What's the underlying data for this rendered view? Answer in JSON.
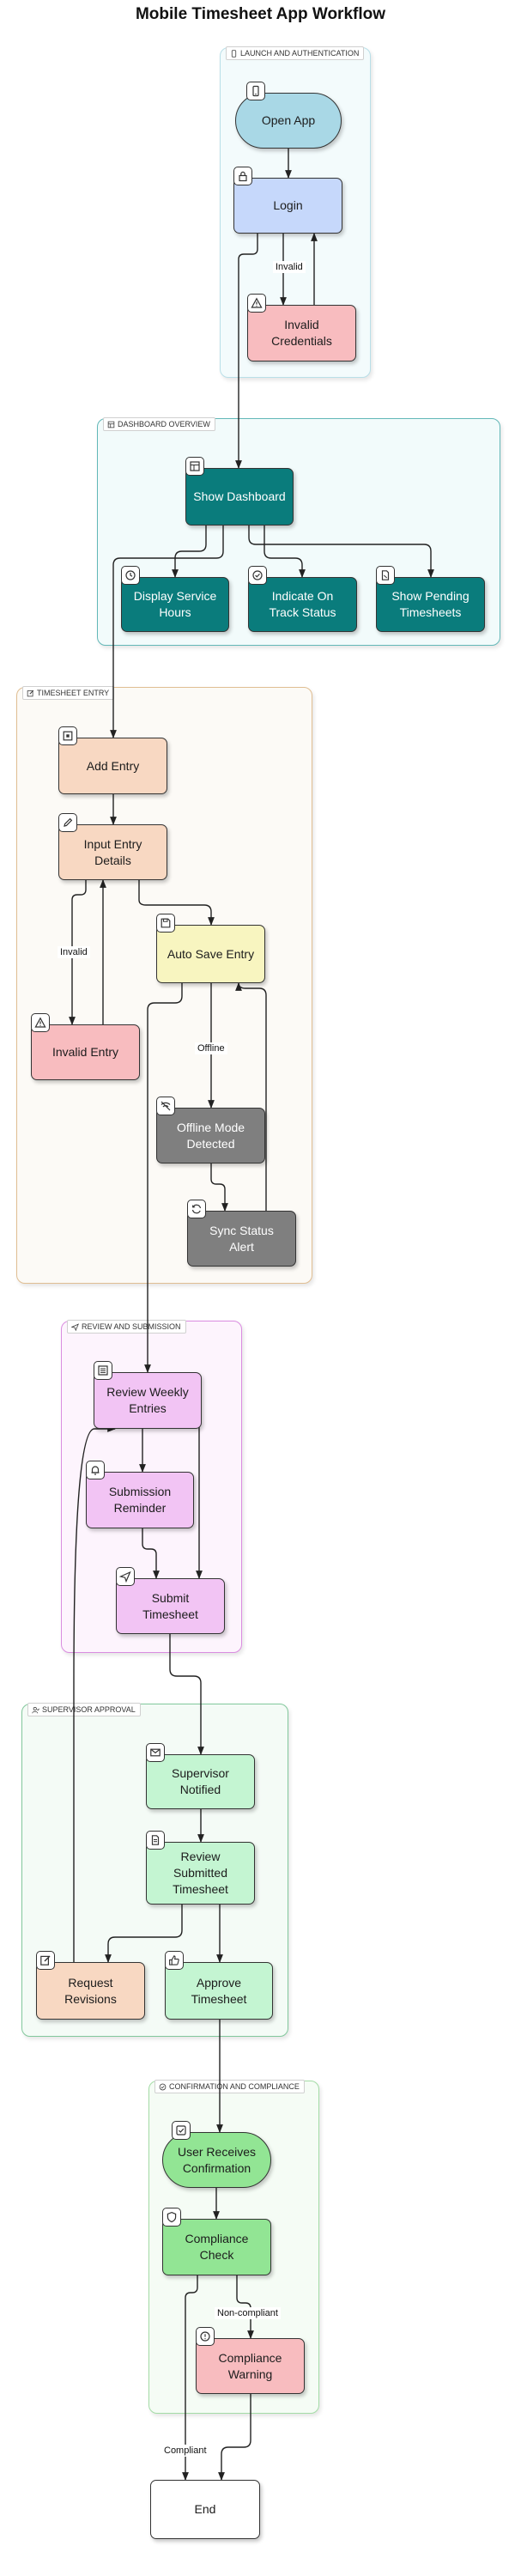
{
  "title": "Mobile Timesheet App Workflow",
  "groups": {
    "launch": "LAUNCH AND AUTHENTICATION",
    "dashboard": "DASHBOARD OVERVIEW",
    "entry": "TIMESHEET ENTRY",
    "review": "REVIEW AND SUBMISSION",
    "approval": "SUPERVISOR APPROVAL",
    "confirmation": "CONFIRMATION AND COMPLIANCE"
  },
  "nodes": {
    "open_app": "Open App",
    "login": "Login",
    "invalid_credentials": "Invalid\nCredentials",
    "show_dashboard": "Show Dashboard",
    "display_service_hours": "Display Service\nHours",
    "indicate_on_track": "Indicate On\nTrack Status",
    "show_pending": "Show Pending\nTimesheets",
    "add_entry": "Add Entry",
    "input_entry_details": "Input Entry\nDetails",
    "auto_save_entry": "Auto Save Entry",
    "invalid_entry": "Invalid Entry",
    "offline_mode": "Offline Mode\nDetected",
    "sync_status_alert": "Sync Status\nAlert",
    "review_weekly": "Review Weekly\nEntries",
    "submission_reminder": "Submission\nReminder",
    "submit_timesheet": "Submit\nTimesheet",
    "supervisor_notified": "Supervisor\nNotified",
    "review_submitted": "Review\nSubmitted\nTimesheet",
    "request_revisions": "Request\nRevisions",
    "approve_timesheet": "Approve\nTimesheet",
    "user_receives_confirmation": "User Receives\nConfirmation",
    "compliance_check": "Compliance\nCheck",
    "compliance_warning": "Compliance\nWarning",
    "end": "End"
  },
  "edge_labels": {
    "invalid_login": "Invalid",
    "invalid_entry": "Invalid",
    "offline": "Offline",
    "non_compliant": "Non-compliant",
    "compliant": "Compliant"
  },
  "icons": {
    "open_app": "smartphone-icon",
    "login": "lock-icon",
    "invalid_credentials": "warning-icon",
    "show_dashboard": "dashboard-icon",
    "display_service_hours": "clock-icon",
    "indicate_on_track": "check-circle-icon",
    "show_pending": "file-icon",
    "add_entry": "plus-square-icon",
    "input_entry_details": "edit-icon",
    "auto_save_entry": "save-icon",
    "invalid_entry": "warning-icon",
    "offline_mode": "wifi-off-icon",
    "sync_status_alert": "refresh-icon",
    "review_weekly": "list-icon",
    "submission_reminder": "bell-icon",
    "submit_timesheet": "send-icon",
    "supervisor_notified": "mail-icon",
    "review_submitted": "file-text-icon",
    "request_revisions": "pencil-icon",
    "approve_timesheet": "thumbs-up-icon",
    "user_receives_confirmation": "check-square-icon",
    "compliance_check": "shield-icon",
    "compliance_warning": "alert-circle-icon"
  },
  "colors": {
    "open_app": "#a9d8e6",
    "login": "#c6d8fb",
    "invalid_credentials": "#f8bcbf",
    "dashboard_nodes": "#0a7c7c",
    "entry_nodes": "#f8d8c2",
    "auto_save": "#f8f5c0",
    "invalid_entry": "#f8bcbf",
    "offline_nodes": "#7f7f7f",
    "review_nodes": "#f2c4f4",
    "approval_nodes": "#c4f5d2",
    "request_revisions": "#f8d8c2",
    "confirmation_nodes": "#92e594",
    "compliance_warning": "#f8bcbf",
    "end": "#ffffff"
  }
}
